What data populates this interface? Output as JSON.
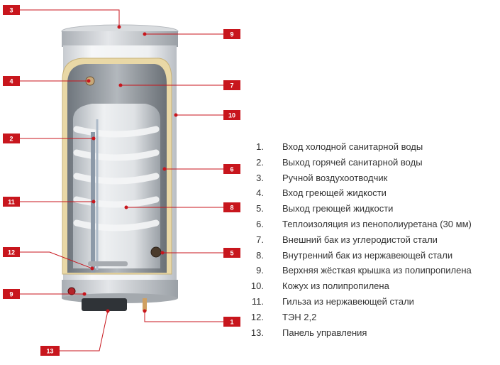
{
  "colors": {
    "callout": "#c8161d",
    "shell": "#e9ebee",
    "insulation": "#e9d8a6",
    "outer_tank": "#9ea4aa",
    "inner_tank": "#d5d9dd",
    "text": "#333333"
  },
  "callouts": {
    "left": [
      "3",
      "4",
      "2",
      "11",
      "12",
      "9",
      "13"
    ],
    "right": [
      "9",
      "7",
      "10",
      "6",
      "8",
      "5",
      "1"
    ]
  },
  "legend": [
    {
      "num": "1.",
      "text": "Вход холодной санитарной воды"
    },
    {
      "num": "2.",
      "text": "Выход горячей санитарной воды"
    },
    {
      "num": "3.",
      "text": "Ручной воздухоотводчик"
    },
    {
      "num": "4.",
      "text": "Вход греющей жидкости"
    },
    {
      "num": "5.",
      "text": "Выход греющей жидкости"
    },
    {
      "num": "6.",
      "text": "Теплоизоляция из пенополиуретана (30 мм)"
    },
    {
      "num": "7.",
      "text": "Внешний бак из углеродистой стали"
    },
    {
      "num": "8.",
      "text": "Внутренний бак из нержавеющей стали"
    },
    {
      "num": "9.",
      "text": "Верхняя жёсткая крышка из полипропилена"
    },
    {
      "num": "10.",
      "text": "Кожух из полипропилена"
    },
    {
      "num": "11.",
      "text": "Гильза из нержавеющей стали"
    },
    {
      "num": "12.",
      "text": "ТЭН 2,2"
    },
    {
      "num": "13.",
      "text": "Панель управления"
    }
  ]
}
